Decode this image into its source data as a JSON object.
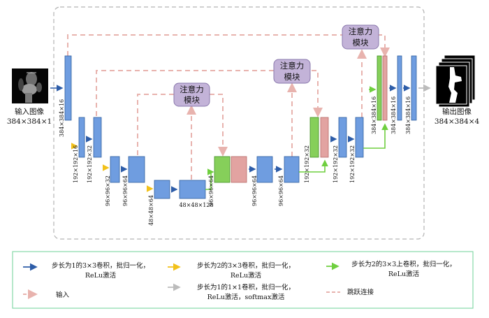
{
  "colors": {
    "conv_block": "#6f9de0",
    "conv_block_stroke": "#2f5f9e",
    "upconv_block": "#86cf5a",
    "upconv_block_stroke": "#3f8f22",
    "attention_block": "#e2a3a1",
    "attention_block_stroke": "#b86a68",
    "attention_module_fill": "#c3b3d8",
    "attention_module_stroke": "#8a78ad",
    "arrow_conv": "#2e5da8",
    "arrow_stride2": "#f2c11a",
    "arrow_upconv": "#6fcf3f",
    "arrow_output": "#bcbcbc",
    "skip_dash": "#e8b3ae",
    "legend_border": "#86d8a8",
    "frame_dash": "#b3b3b3"
  },
  "input": {
    "label": "输入图像",
    "size": "384×384×1"
  },
  "output": {
    "label": "输出图像",
    "size": "384×384×4"
  },
  "blocks": [
    "384×384×16",
    "192×192×16",
    "192×192×32",
    "96×96×32",
    "96×96×64",
    "48×48×64",
    "48×48×128",
    "96×96×64",
    "96×96×64",
    "96×96×64",
    "192×192×32",
    "192×192×32",
    "192×192×32",
    "384×384×16",
    "384×384×16",
    "384×384×16"
  ],
  "attention_module": [
    "注意力",
    "模块"
  ],
  "legend": {
    "items": [
      {
        "icon": "blue-arrow-icon",
        "lines": [
          "步长为1的3×3卷积，批归一化，",
          "ReLu激活"
        ]
      },
      {
        "icon": "yellow-arrow-icon",
        "lines": [
          "步长为2的3×3卷积，批归一化，",
          "ReLu激活"
        ]
      },
      {
        "icon": "green-arrow-icon",
        "lines": [
          "步长为2的3×3上卷积，批归一化，",
          "ReLu激活"
        ]
      },
      {
        "icon": "pink-dashed-arrow-icon",
        "lines": [
          "输入"
        ]
      },
      {
        "icon": "gray-arrow-icon",
        "lines": [
          "步长为1的1×1卷积，批归一化，",
          "ReLu激活，softmax激活"
        ]
      },
      {
        "icon": "pink-dashed-line-icon",
        "lines": [
          "跳跃连接"
        ]
      }
    ]
  }
}
